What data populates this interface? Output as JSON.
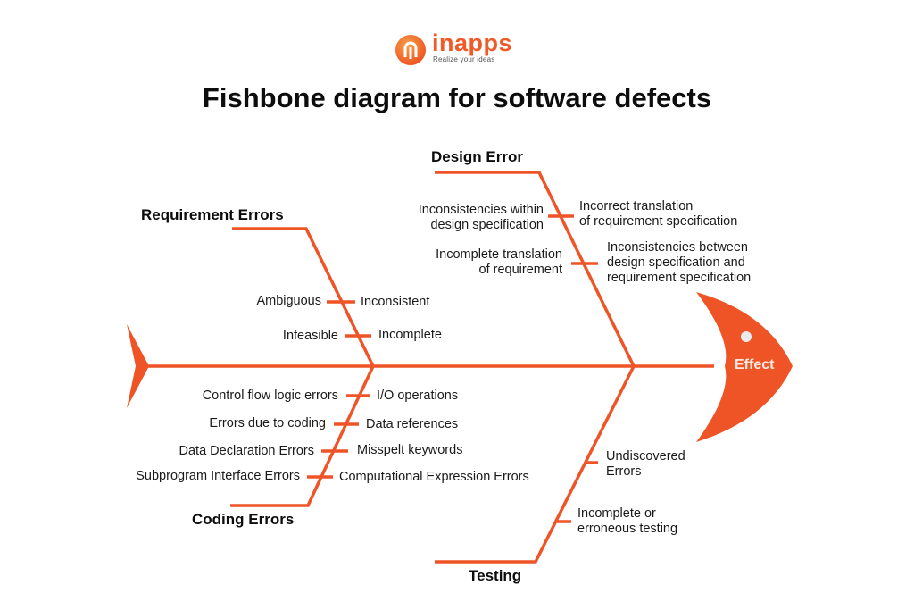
{
  "brand": {
    "name": "inapps",
    "tagline": "Realize your ideas",
    "accent_color": "#EF5A27"
  },
  "title": "Fishbone diagram for software defects",
  "effect": {
    "label": "Effect",
    "color": "#EE5426"
  },
  "categories": {
    "requirement": {
      "label": "Requirement Errors",
      "left_causes": [
        "Ambiguous",
        "Infeasible"
      ],
      "right_causes": [
        "Inconsistent",
        "Incomplete"
      ]
    },
    "design": {
      "label": "Design Error",
      "left_causes": [
        {
          "line1": "Inconsistencies within",
          "line2": "design specification"
        },
        {
          "line1": "Incomplete translation",
          "line2": "of requirement"
        }
      ],
      "right_causes": [
        {
          "line1": "Incorrect translation",
          "line2": "of requirement specification"
        },
        {
          "line1": "Inconsistencies between",
          "line2": "design specification and",
          "line3": "requirement specification"
        }
      ]
    },
    "coding": {
      "label": "Coding Errors",
      "left_causes": [
        "Control flow logic errors",
        "Errors due to coding",
        "Data Declaration Errors",
        "Subprogram Interface Errors"
      ],
      "right_causes": [
        "I/O operations",
        "Data references",
        "Misspelt keywords",
        "Computational Expression Errors"
      ]
    },
    "testing": {
      "label": "Testing",
      "right_causes": [
        {
          "line1": "Undiscovered",
          "line2": "Errors"
        },
        {
          "line1": "Incomplete or",
          "line2": "erroneous testing"
        }
      ]
    }
  }
}
